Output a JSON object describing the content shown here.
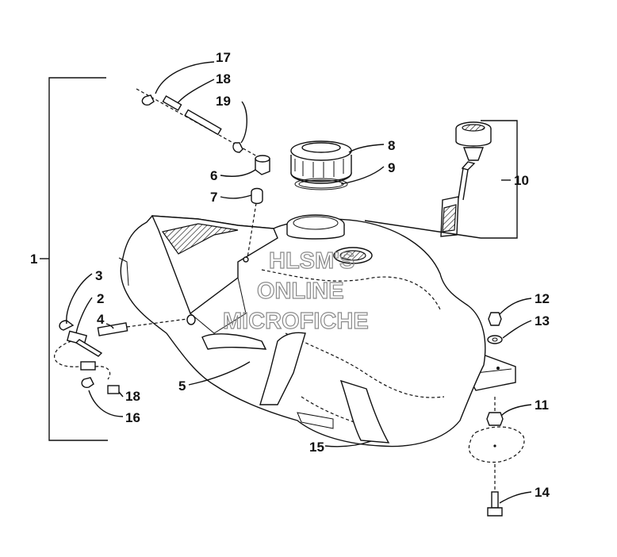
{
  "callouts": {
    "c1": "1",
    "c2": "2",
    "c3": "3",
    "c4": "4",
    "c5": "5",
    "c6": "6",
    "c7": "7",
    "c8": "8",
    "c9": "9",
    "c10": "10",
    "c11": "11",
    "c12": "12",
    "c13": "13",
    "c14": "14",
    "c15": "15",
    "c16": "16",
    "c17": "17",
    "c18a": "18",
    "c18b": "18",
    "c19": "19"
  },
  "watermark": {
    "line1": "HLSM'S",
    "line2": "ONLINE",
    "line3": "MICROFICHE"
  }
}
